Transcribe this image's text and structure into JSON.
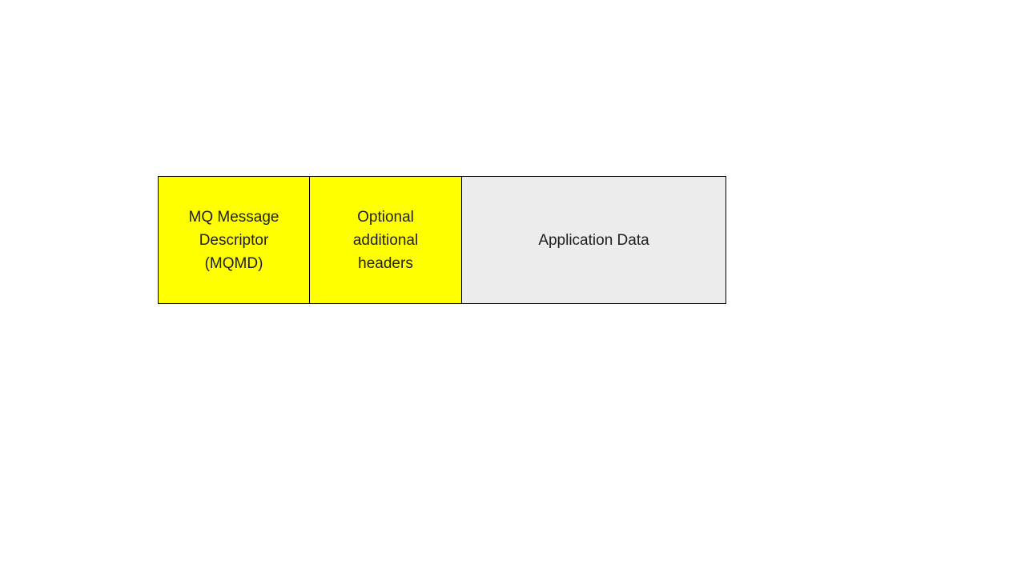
{
  "diagram": {
    "boxes": [
      {
        "label": "MQ Message Descriptor (MQMD)",
        "fill": "#ffff00"
      },
      {
        "label": "Optional additional headers",
        "fill": "#ffff00"
      },
      {
        "label": "Application Data",
        "fill": "#ececec"
      }
    ],
    "border_color": "#000000",
    "text_color": "#1f1f1f",
    "background_color": "#ffffff"
  }
}
